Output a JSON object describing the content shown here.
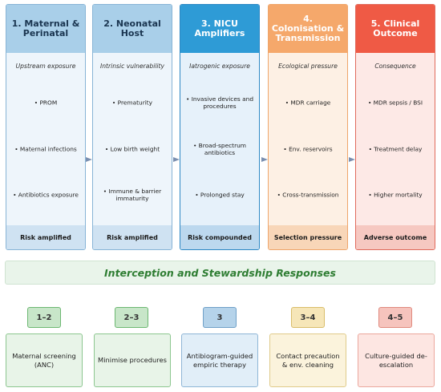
{
  "columns": [
    {
      "title": "1. Maternal & Perinatal",
      "subtitle": "Upstream exposure",
      "items": [
        "• PROM",
        "• Maternal infections",
        "• Antibiotics exposure"
      ],
      "footer": "Risk amplified",
      "colors": {
        "head_bg": "#a9cfe9",
        "head_text": "#1a3550",
        "body_bg": "#eef5fb",
        "border": "#88b4d6",
        "foot_bg": "#cfe2f2"
      }
    },
    {
      "title": "2. Neonatal Host",
      "subtitle": "Intrinsic vulnerability",
      "items": [
        "• Prematurity",
        "• Low birth weight",
        "• Immune & barrier immaturity"
      ],
      "footer": "Risk amplified",
      "colors": {
        "head_bg": "#a9cfe9",
        "head_text": "#1a3550",
        "body_bg": "#eef5fb",
        "border": "#88b4d6",
        "foot_bg": "#cfe2f2"
      }
    },
    {
      "title": "3. NICU Amplifiers",
      "subtitle": "Iatrogenic exposure",
      "items": [
        "• Invasive devices and procedures",
        "• Broad-spectrum antibiotics",
        "• Prolonged stay"
      ],
      "footer": "Risk compounded",
      "colors": {
        "head_bg": "#2e9bd6",
        "head_text": "#ffffff",
        "body_bg": "#e6f1fa",
        "border": "#2e88c4",
        "foot_bg": "#bcd8ee"
      }
    },
    {
      "title": "4. Colonisation & Transmission",
      "subtitle": "Ecological pressure",
      "items": [
        "• MDR carriage",
        "• Env. reservoirs",
        "• Cross-transmission"
      ],
      "footer": "Selection pressure",
      "colors": {
        "head_bg": "#f5a86b",
        "head_text": "#ffffff",
        "body_bg": "#fdf0e4",
        "border": "#efa56a",
        "foot_bg": "#f8d6b8"
      }
    },
    {
      "title": "5. Clinical Outcome",
      "subtitle": "Consequence",
      "items": [
        "• MDR sepsis / BSI",
        "• Treatment delay",
        "• Higher mortality"
      ],
      "footer": "Adverse outcome",
      "colors": {
        "head_bg": "#ef5a45",
        "head_text": "#ffffff",
        "body_bg": "#fde9e6",
        "border": "#e06a5c",
        "foot_bg": "#f6c8c1"
      }
    }
  ],
  "banner": "Interception and Stewardship Responses",
  "responses": [
    {
      "badge": "1–2",
      "text": "Maternal screening (ANC)",
      "colors": {
        "badge_bg": "#c8e6c9",
        "badge_border": "#6db872",
        "box_bg": "#e8f4e8",
        "box_border": "#8cc68f"
      }
    },
    {
      "badge": "2–3",
      "text": "Minimise procedures",
      "colors": {
        "badge_bg": "#c8e6c9",
        "badge_border": "#6db872",
        "box_bg": "#e8f4e8",
        "box_border": "#8cc68f"
      }
    },
    {
      "badge": "3",
      "text": "Antibiogram-guided empiric therapy",
      "colors": {
        "badge_bg": "#b5d3ea",
        "badge_border": "#6fa0c8",
        "box_bg": "#e1eef8",
        "box_border": "#8fb6d6"
      }
    },
    {
      "badge": "3–4",
      "text": "Contact precaution & env. cleaning",
      "colors": {
        "badge_bg": "#f6e6b8",
        "badge_border": "#d9bd6a",
        "box_bg": "#fbf3dc",
        "box_border": "#e0cb8a"
      }
    },
    {
      "badge": "4–5",
      "text": "Culture-guided de-escalation",
      "colors": {
        "badge_bg": "#f6c4bd",
        "badge_border": "#e08a7e",
        "box_bg": "#fde6e2",
        "box_border": "#eba79d"
      }
    }
  ],
  "arrow_color": "#7a8fb0"
}
